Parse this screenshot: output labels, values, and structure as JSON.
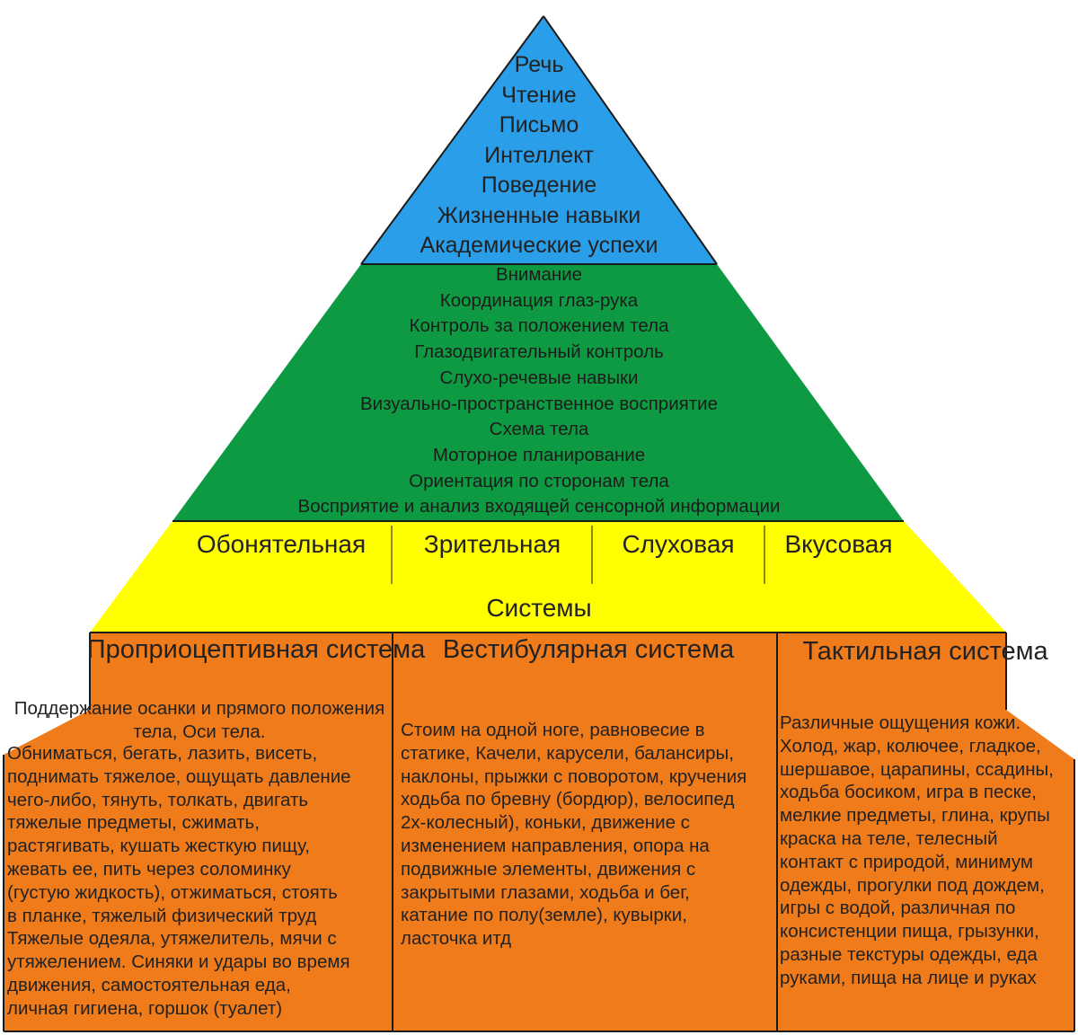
{
  "pyramid": {
    "top_items": [
      "Речь",
      "Чтение",
      "Письмо",
      "Интеллект",
      "Поведение",
      "Жизненные навыки",
      "Академические успехи"
    ],
    "middle_items": [
      "Внимание",
      "Координация глаз-рука",
      "Контроль за положением тела",
      "Глазодвигательный контроль",
      "Слухо-речевые навыки",
      "Визуально-пространственное восприятие",
      "Схема тела",
      "Моторное планирование",
      "Ориентация по сторонам тела",
      "Восприятие и анализ входящей сенсорной информации"
    ],
    "senses": [
      "Обонятельная",
      "Зрительная",
      "Слуховая",
      "Вкусовая"
    ],
    "systems_label": "Системы",
    "columns": [
      {
        "title": "Проприоцептивная система",
        "intro": "Поддержание осанки и прямого положения тела, Оси тела.",
        "text": "Обниматься, бегать, лазить, висеть,\nподнимать тяжелое, ощущать давление\n чего-либо, тянуть, толкать, двигать\nтяжелые  предметы, сжимать,\nрастягивать, кушать жесткую пищу,\nжевать ее, пить через соломинку\n(густую жидкость), отжиматься, стоять\nв планке, тяжелый физический труд\nТяжелые одеяла, утяжелитель, мячи с\nутяжелением. Синяки и удары во время\n  движения, самостоятельная еда,\n  личная гигиена, горшок (туалет)"
      },
      {
        "title": "Вестибулярная система",
        "text": "Стоим на одной ноге, равновесие в\nстатике, Качели, карусели, балансиры,\nнаклоны, прыжки с поворотом, кручения\n ходьба по бревну (бордюр), велосипед\n2х-колесный), коньки, движение с\nизменением направления, опора на\nподвижные элементы, движения с\nзакрытыми глазами, ходьба и бег,\nкатание по полу(земле), кувырки,\nласточка итд"
      },
      {
        "title": "Тактильная система",
        "text": "Различные ощущения кожи.\nХолод, жар, колючее, гладкое,\nшершавое, царапины, ссадины,\nходьба босиком, игра в песке,\nмелкие предметы, глина, крупы\nкраска на теле, телесный\nконтакт с природой, минимум\nодежды, прогулки под дождем,\nигры с водой, различная по\nконсистенции пища, грызунки,\nразные текстуры одежды, еда\nруками, пища на лице и руках"
      }
    ]
  },
  "colors": {
    "blue": "#2a9ee8",
    "green": "#0e9a42",
    "yellow": "#ffff00",
    "orange": "#ef7b1b",
    "outline": "#1a1a1a"
  }
}
